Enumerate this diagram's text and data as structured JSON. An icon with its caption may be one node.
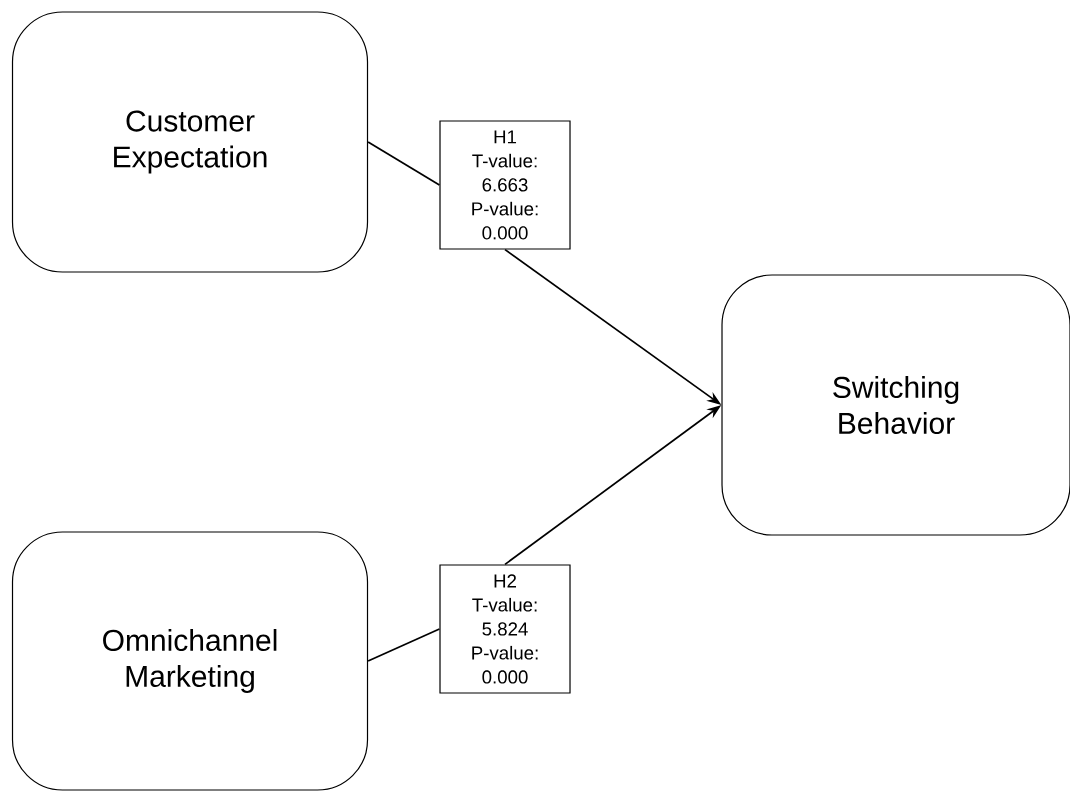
{
  "diagram": {
    "nodes": [
      {
        "text": [
          "Customer Expectation"
        ]
      },
      {
        "text": [
          "H1 T-value: 6.663 P-value: 0.000"
        ]
      },
      {
        "text": [
          "Switching Behavior"
        ]
      },
      {
        "text": [
          "Omnichannel Marketing"
        ]
      },
      {
        "text": [
          "H2 T-value: 5.824 P-value: 0.000"
        ]
      }
    ],
    "edges": [
      {
        "from": 0,
        "to": 1,
        "arrow": "none"
      },
      {
        "from": 1,
        "to": 2,
        "arrow": "to"
      },
      {
        "from": 3,
        "to": 4,
        "arrow": "none"
      },
      {
        "from": 4,
        "to": 2,
        "arrow": "to"
      }
    ]
  }
}
